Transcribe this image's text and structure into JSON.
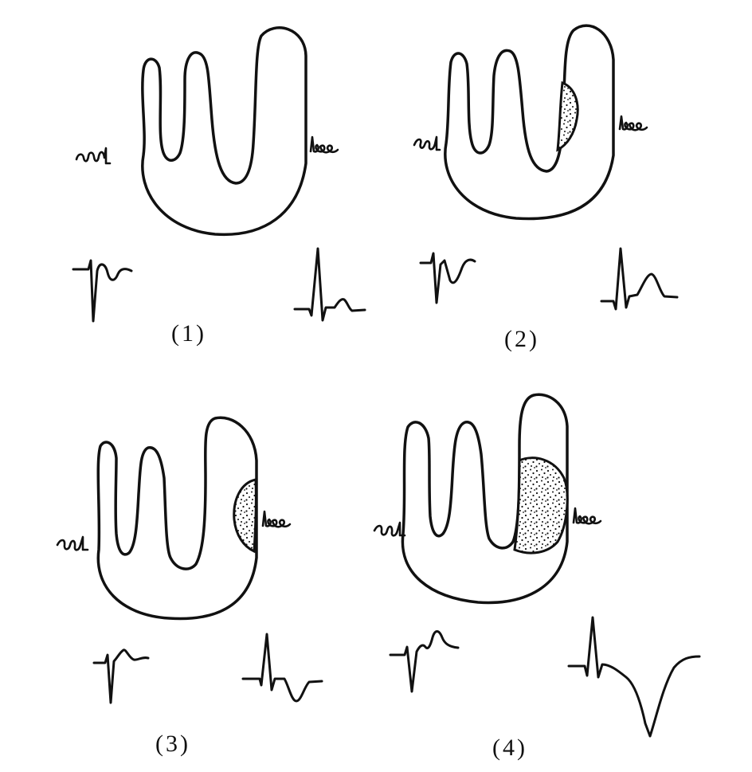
{
  "panels": [
    {
      "label": "(1)",
      "lesion": "none"
    },
    {
      "label": "(2)",
      "lesion": "subendocardial"
    },
    {
      "label": "(3)",
      "lesion": "subepicardial"
    },
    {
      "label": "(4)",
      "lesion": "transmural"
    }
  ],
  "colors": {
    "ink": "#111111",
    "background": "#ffffff"
  }
}
